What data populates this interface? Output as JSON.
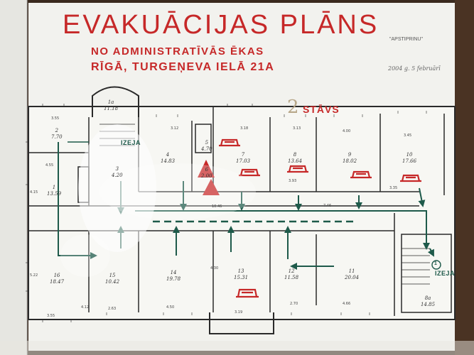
{
  "sign": {
    "title": "EVAKUĀCIJAS PLĀNS",
    "subtitle_line1": "NO ADMINISTRATĪVĀS ĒKAS",
    "subtitle_line2": "RĪGĀ, TURGEŅEVA IELĀ 21A",
    "approval": "\"APSTIPRINU\"",
    "date": "2004 g. 5 februārī"
  },
  "floor": {
    "number": "2",
    "label": "STĀVS"
  },
  "exits": [
    {
      "label": "IZEJA"
    },
    {
      "label": "IZEJA"
    }
  ],
  "exit_badge": "1",
  "rooms": [
    {
      "id": "1a",
      "number": "1a",
      "area": "11.18"
    },
    {
      "id": "2",
      "number": "2",
      "area": "7.70"
    },
    {
      "id": "1",
      "number": "1",
      "area": "13.59"
    },
    {
      "id": "3",
      "number": "3",
      "area": "4.20"
    },
    {
      "id": "4",
      "number": "4",
      "area": "14.83"
    },
    {
      "id": "5",
      "number": "5",
      "area": "4.70"
    },
    {
      "id": "6",
      "number": "6",
      "area": "2.00"
    },
    {
      "id": "7",
      "number": "7",
      "area": "17.03"
    },
    {
      "id": "8",
      "number": "8",
      "area": "13.64"
    },
    {
      "id": "9",
      "number": "9",
      "area": "18.02"
    },
    {
      "id": "10",
      "number": "10",
      "area": "17.66"
    },
    {
      "id": "16",
      "number": "16",
      "area": "18.47"
    },
    {
      "id": "15",
      "number": "15",
      "area": "10.42"
    },
    {
      "id": "14",
      "number": "14",
      "area": "19.78"
    },
    {
      "id": "13",
      "number": "13",
      "area": "15.31"
    },
    {
      "id": "12",
      "number": "12",
      "area": "11.58"
    },
    {
      "id": "11",
      "number": "11",
      "area": "20.04"
    },
    {
      "id": "8a",
      "number": "8a",
      "area": "14.85"
    }
  ],
  "dimensions": [
    "3.55",
    "4.55",
    "3.12",
    "3.18",
    "3.13",
    "4.00",
    "3.45",
    "10.46",
    "7.46",
    "3.55",
    "2.63",
    "4.50",
    "3.19",
    "2.70",
    "4.66",
    "4.12",
    "4.30",
    "3.93",
    "3.35",
    "5.22",
    "4.15"
  ],
  "colors": {
    "red": "#c62828",
    "green": "#1e5a4a",
    "board": "#f2f2ee",
    "frame": "#3a2a1e"
  }
}
